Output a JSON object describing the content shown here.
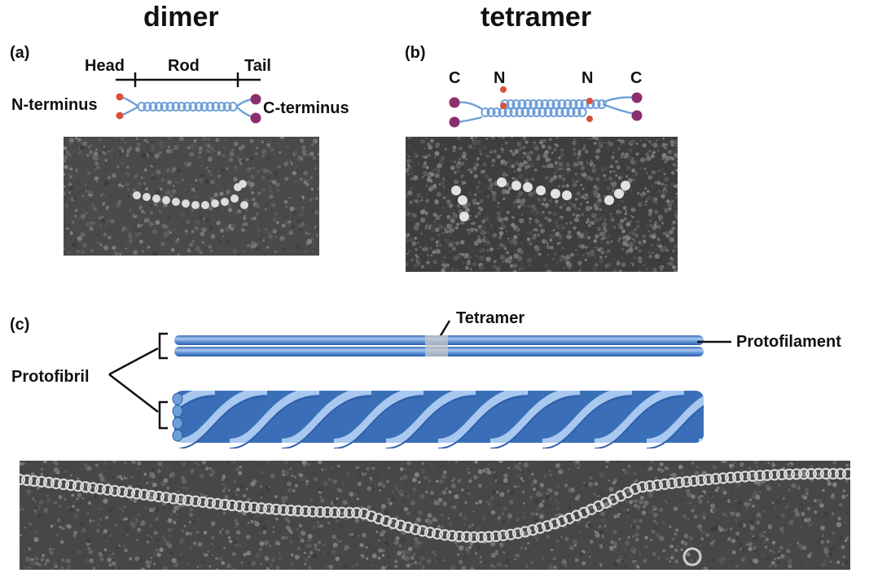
{
  "titles": {
    "left": "dimer",
    "right": "tetramer"
  },
  "panels": {
    "a": "(a)",
    "b": "(b)",
    "c": "(c)"
  },
  "dimer": {
    "head": "Head",
    "rod": "Rod",
    "tail": "Tail",
    "n_terminus": "N-terminus",
    "c_terminus": "C-terminus"
  },
  "tetramer": {
    "c_left": "C",
    "n_left": "N",
    "n_right": "N",
    "c_right": "C"
  },
  "filament": {
    "tetramer": "Tetramer",
    "protofilament": "Protofilament",
    "protofibril": "Protofibril"
  },
  "colors": {
    "coil": "#6f9fd8",
    "coil_dark": "#3a6fb8",
    "rod_blue": "#5b8fd6",
    "rod_light": "#a9c8ef",
    "n_dot": "#d9503a",
    "c_dot": "#8a2f6b",
    "micrograph": "#4a4a4a"
  },
  "icons": [
    "micrograph-image",
    "coil-diagram",
    "bracket-icon"
  ]
}
